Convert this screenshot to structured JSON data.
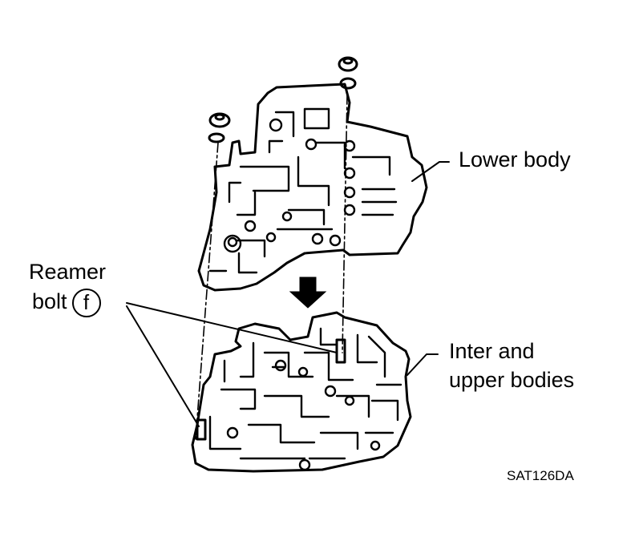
{
  "labels": {
    "lower_body": "Lower body",
    "inter_upper_line1": "Inter and",
    "inter_upper_line2": "upper bodies",
    "reamer_line1": "Reamer",
    "reamer_line2": "bolt",
    "reamer_symbol": "f"
  },
  "figure_code": "SAT126DA",
  "colors": {
    "ink": "#000000",
    "paper": "#ffffff"
  },
  "icons": [
    "down-arrow-icon",
    "nut-icon",
    "washer-icon"
  ]
}
